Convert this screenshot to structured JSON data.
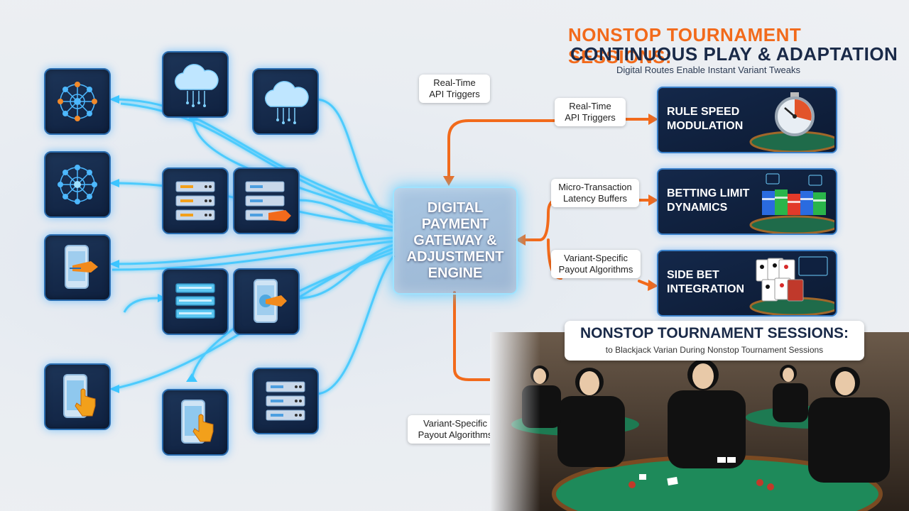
{
  "header": {
    "title_line1": "NONSTOP TOURNAMENT SESSIONS:",
    "title_line2": "CONTINUOUS PLAY & ADAPTATION",
    "subtitle": "Digital Routes Enable Instant Variant Tweaks"
  },
  "hub": {
    "label": "DIGITAL PAYMENT GATEWAY & ADJUSTMENT ENGINE"
  },
  "labels": {
    "api_triggers_top": "Real-Time API Triggers",
    "api_triggers_line1": "Real-Time",
    "api_triggers_line2": "API Triggers",
    "api_triggers_right_line1": "Real-Time",
    "api_triggers_right_line2": "API Triggers",
    "latency_line1": "Micro-Transaction",
    "latency_line2": "Latency Buffers",
    "payout_right_line1": "Variant-Specific",
    "payout_right_line2": "Payout Algorithms",
    "payout_bottom_line1": "Variant-Specific",
    "payout_bottom_line2": "Payout Algorithms"
  },
  "cards": [
    {
      "line1": "RULE SPEED",
      "line2": "MODULATION",
      "icon": "stopwatch-icon"
    },
    {
      "line1": "BETTING LIMIT",
      "line2": "DYNAMICS",
      "icon": "poker-chips-icon"
    },
    {
      "line1": "SIDE BET",
      "line2": "INTEGRATION",
      "icon": "playing-cards-icon"
    }
  ],
  "banner": {
    "title": "NONSTOP TOURNAMENT SESSIONS:",
    "subtitle": "to Blackjack Varian During Nonstop Tournament Sessions"
  },
  "tiles": [
    {
      "name": "network-node-icon"
    },
    {
      "name": "cloud-upload-icon"
    },
    {
      "name": "cloud-upload-icon"
    },
    {
      "name": "network-node-icon"
    },
    {
      "name": "server-stack-icon"
    },
    {
      "name": "server-stack-icon"
    },
    {
      "name": "mobile-payment-icon"
    },
    {
      "name": "database-icon"
    },
    {
      "name": "mobile-payment-icon"
    },
    {
      "name": "mobile-touch-icon"
    },
    {
      "name": "mobile-touch-icon"
    },
    {
      "name": "server-stack-icon"
    }
  ],
  "colors": {
    "accent_orange": "#f26a1b",
    "accent_cyan": "#3ec8ff",
    "navy": "#1a2a48"
  }
}
